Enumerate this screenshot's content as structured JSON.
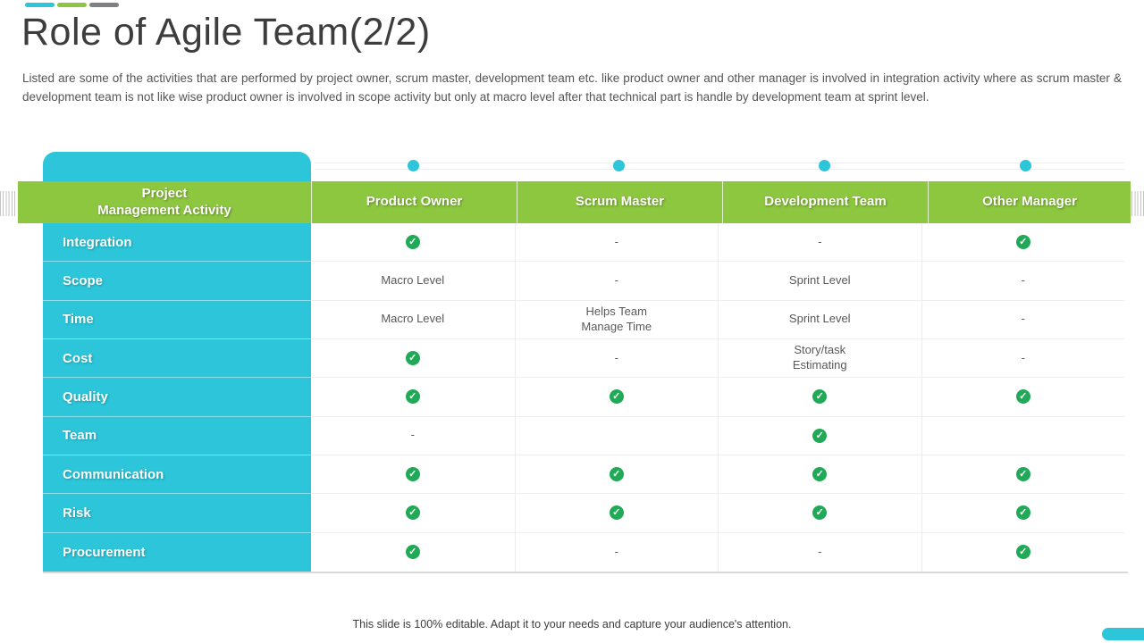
{
  "slide": {
    "title": "Role of Agile Team(2/2)",
    "description": "Listed are some of the activities that are performed by project owner, scrum master, development team etc. like product owner and other manager is involved in integration activity where as scrum master & development team is not like wise product owner is involved in scope activity but only at macro level after that technical part is handle by development team at sprint level.",
    "footer": "This slide is 100% editable. Adapt it to your needs and capture your audience's attention."
  },
  "colors": {
    "accent_cyan": "#2CC5D9",
    "accent_green": "#8DC63F",
    "accent_gray": "#7F8084",
    "check_green": "#20A956"
  },
  "table": {
    "check_symbol": "✓",
    "header": [
      "Project\nManagement Activity",
      "Product Owner",
      "Scrum Master",
      "Development Team",
      "Other Manager"
    ],
    "rows": [
      {
        "label": "Integration",
        "cells": [
          "[check]",
          "-",
          "-",
          "[check]"
        ]
      },
      {
        "label": "Scope",
        "cells": [
          "Macro Level",
          "-",
          "Sprint Level",
          "-"
        ]
      },
      {
        "label": "Time",
        "cells": [
          "Macro Level",
          "Helps Team\nManage Time",
          "Sprint Level",
          "-"
        ]
      },
      {
        "label": "Cost",
        "cells": [
          "[check]",
          "-",
          "Story/task\nEstimating",
          "-"
        ]
      },
      {
        "label": "Quality",
        "cells": [
          "[check]",
          "[check]",
          "[check]",
          "[check]"
        ]
      },
      {
        "label": "Team",
        "cells": [
          "-",
          "",
          "[check]",
          ""
        ]
      },
      {
        "label": "Communication",
        "cells": [
          "[check]",
          "[check]",
          "[check]",
          "[check]"
        ]
      },
      {
        "label": "Risk",
        "cells": [
          "[check]",
          "[check]",
          "[check]",
          "[check]"
        ]
      },
      {
        "label": "Procurement",
        "cells": [
          "[check]",
          "-",
          "-",
          "[check]"
        ]
      }
    ]
  }
}
